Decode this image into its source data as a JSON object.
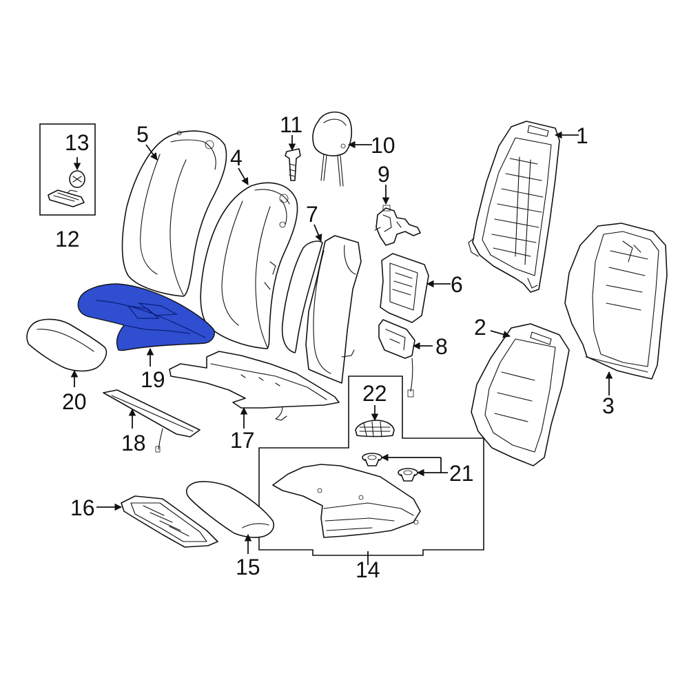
{
  "diagram": {
    "highlighted_part": "19",
    "highlight_color": "#2f4ed0",
    "callouts": {
      "c1": "1",
      "c2": "2",
      "c3": "3",
      "c4": "4",
      "c5": "5",
      "c6": "6",
      "c7": "7",
      "c8": "8",
      "c9": "9",
      "c10": "10",
      "c11": "11",
      "c12": "12",
      "c13": "13",
      "c14": "14",
      "c15": "15",
      "c16": "16",
      "c17": "17",
      "c18": "18",
      "c19": "19",
      "c20": "20",
      "c21": "21",
      "c22": "22"
    }
  }
}
